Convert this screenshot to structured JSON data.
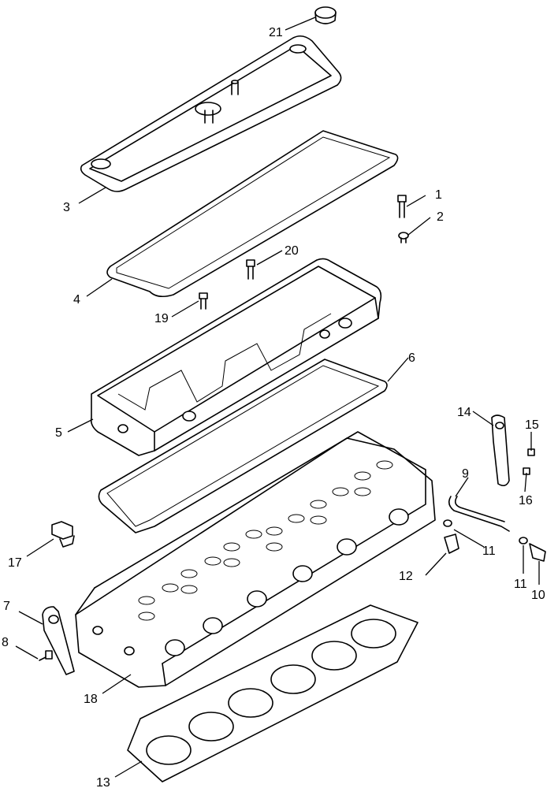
{
  "callouts": {
    "c1": "1",
    "c2": "2",
    "c3": "3",
    "c4": "4",
    "c5": "5",
    "c6": "6",
    "c7": "7",
    "c8": "8",
    "c9": "9",
    "c10": "10",
    "c11a": "11",
    "c11b": "11",
    "c12": "12",
    "c13": "13",
    "c14": "14",
    "c15": "15",
    "c16": "16",
    "c17": "17",
    "c18": "18",
    "c19": "19",
    "c20": "20",
    "c21": "21"
  }
}
